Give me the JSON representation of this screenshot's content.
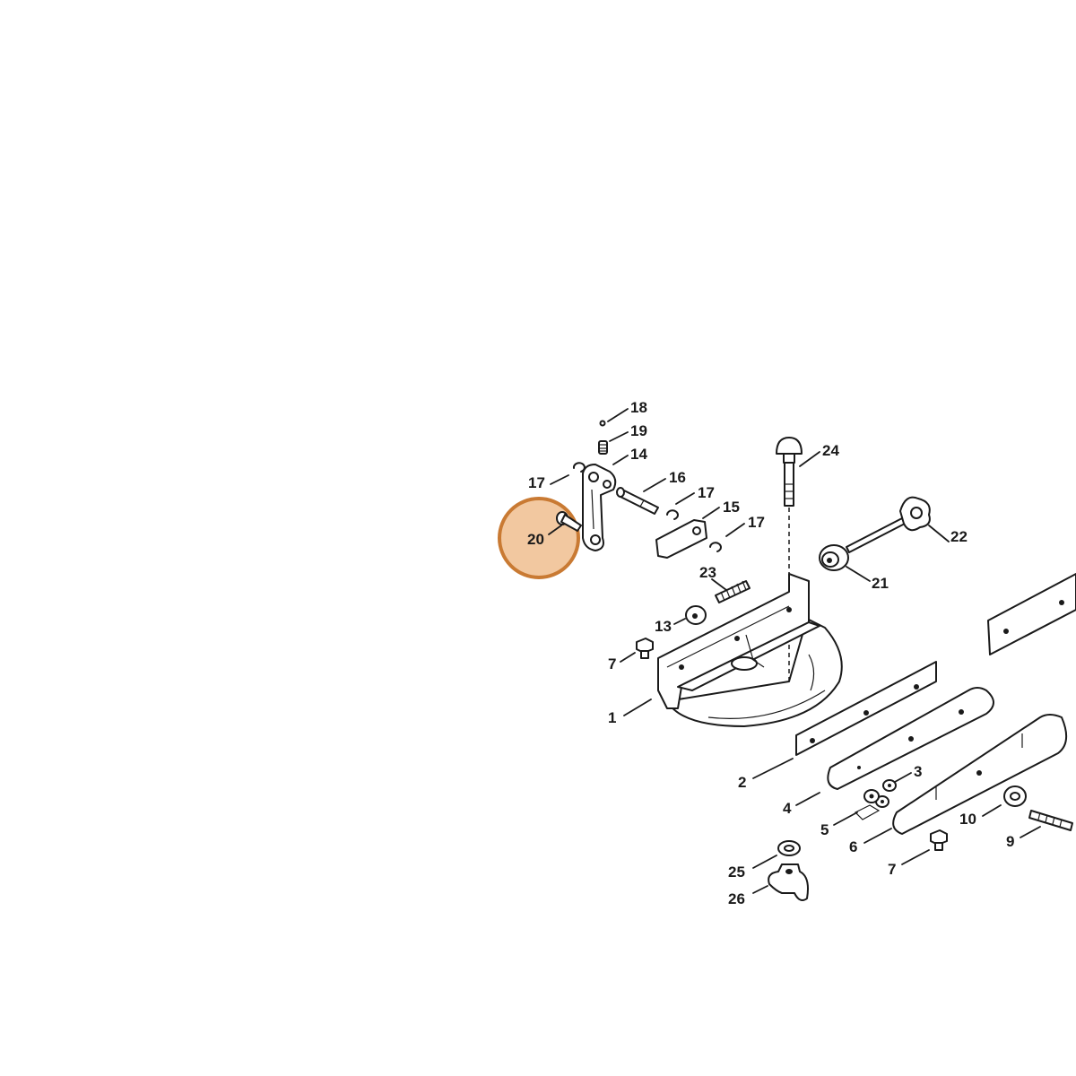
{
  "diagram": {
    "highlight": {
      "label": "20",
      "fill": "#f2c8a0",
      "stroke": "#c97a33"
    },
    "callouts": [
      {
        "id": "c18",
        "label": "18"
      },
      {
        "id": "c19",
        "label": "19"
      },
      {
        "id": "c14",
        "label": "14"
      },
      {
        "id": "c17a",
        "label": "17"
      },
      {
        "id": "c16",
        "label": "16"
      },
      {
        "id": "c17b",
        "label": "17"
      },
      {
        "id": "c15",
        "label": "15"
      },
      {
        "id": "c17c",
        "label": "17"
      },
      {
        "id": "c24",
        "label": "24"
      },
      {
        "id": "c22",
        "label": "22"
      },
      {
        "id": "c21",
        "label": "21"
      },
      {
        "id": "c23",
        "label": "23"
      },
      {
        "id": "c13",
        "label": "13"
      },
      {
        "id": "c7a",
        "label": "7"
      },
      {
        "id": "c1",
        "label": "1"
      },
      {
        "id": "c2",
        "label": "2"
      },
      {
        "id": "c3",
        "label": "3"
      },
      {
        "id": "c4",
        "label": "4"
      },
      {
        "id": "c5",
        "label": "5"
      },
      {
        "id": "c6",
        "label": "6"
      },
      {
        "id": "c10",
        "label": "10"
      },
      {
        "id": "c9",
        "label": "9"
      },
      {
        "id": "c7b",
        "label": "7"
      },
      {
        "id": "c25",
        "label": "25"
      },
      {
        "id": "c26",
        "label": "26"
      }
    ]
  }
}
